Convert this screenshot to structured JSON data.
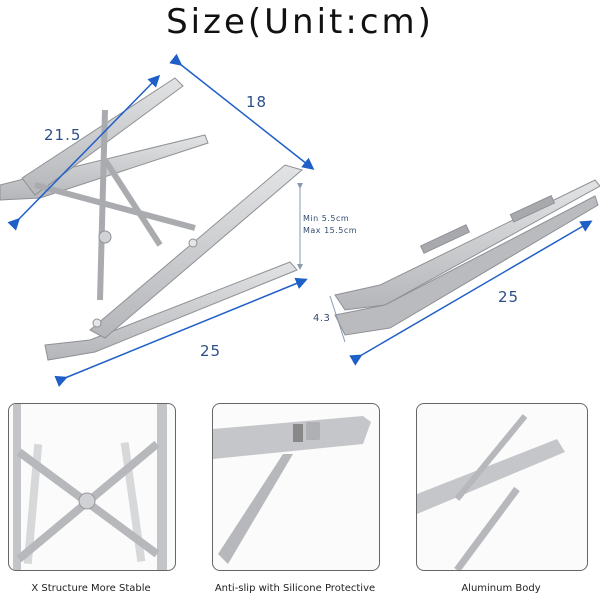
{
  "title": "Size(Unit:cm)",
  "dimensions": {
    "open_top_length": "21.5",
    "open_depth": "18",
    "open_base_length": "25",
    "height_range_min": "Min 5.5cm",
    "height_range_max": "Max 15.5cm",
    "folded_length": "25",
    "folded_thickness": "4.3"
  },
  "colors": {
    "arrow": "#1f5fc8",
    "dimension_text": "#2d4f86",
    "metal": "#c7c9cc"
  },
  "features": [
    {
      "caption": "X Structure More Stable"
    },
    {
      "caption": "Anti-slip with Silicone Protective"
    },
    {
      "caption": "Aluminum Body"
    }
  ]
}
